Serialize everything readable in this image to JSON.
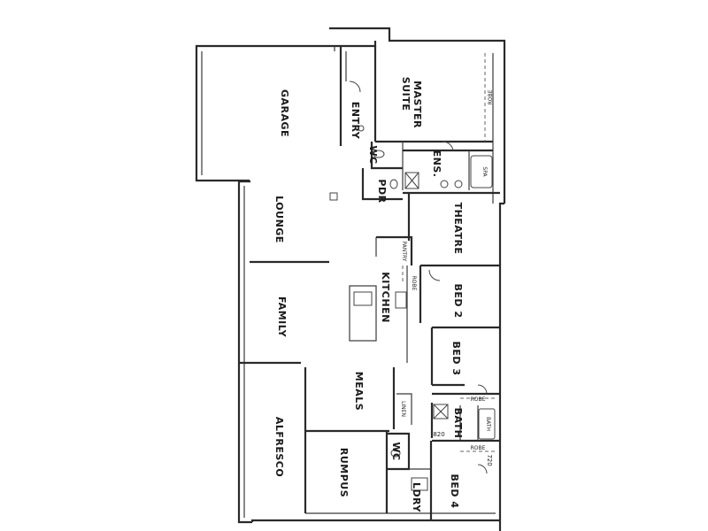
{
  "rooms": {
    "garage": "GARAGE",
    "entry": "ENTRY",
    "master_suite_1": "MASTER",
    "master_suite_2": "SUITE",
    "wc_upper": "WC",
    "ens": "ENS.",
    "pdr": "PDR",
    "lounge": "LOUNGE",
    "theatre": "THEATRE",
    "kitchen": "KITCHEN",
    "family": "FAMILY",
    "bed2": "BED 2",
    "bed3": "BED 3",
    "meals": "MEALS",
    "bath": "BATH",
    "alfresco": "ALFRESCO",
    "rumpus": "RUMPUS",
    "wc_lower": "WC",
    "ldry": "LDRY",
    "bed4": "BED 4"
  },
  "fixtures": {
    "robe_master": "ROBE",
    "spa": "SPA",
    "pantry": "PANTRY",
    "robe_bed2": "ROBE",
    "robe_bed3": "ROBE",
    "robe_bed4": "ROBE",
    "linen": "LINEN",
    "bath_tub": "BATH",
    "dim_820": "820",
    "dim_720": "720"
  }
}
